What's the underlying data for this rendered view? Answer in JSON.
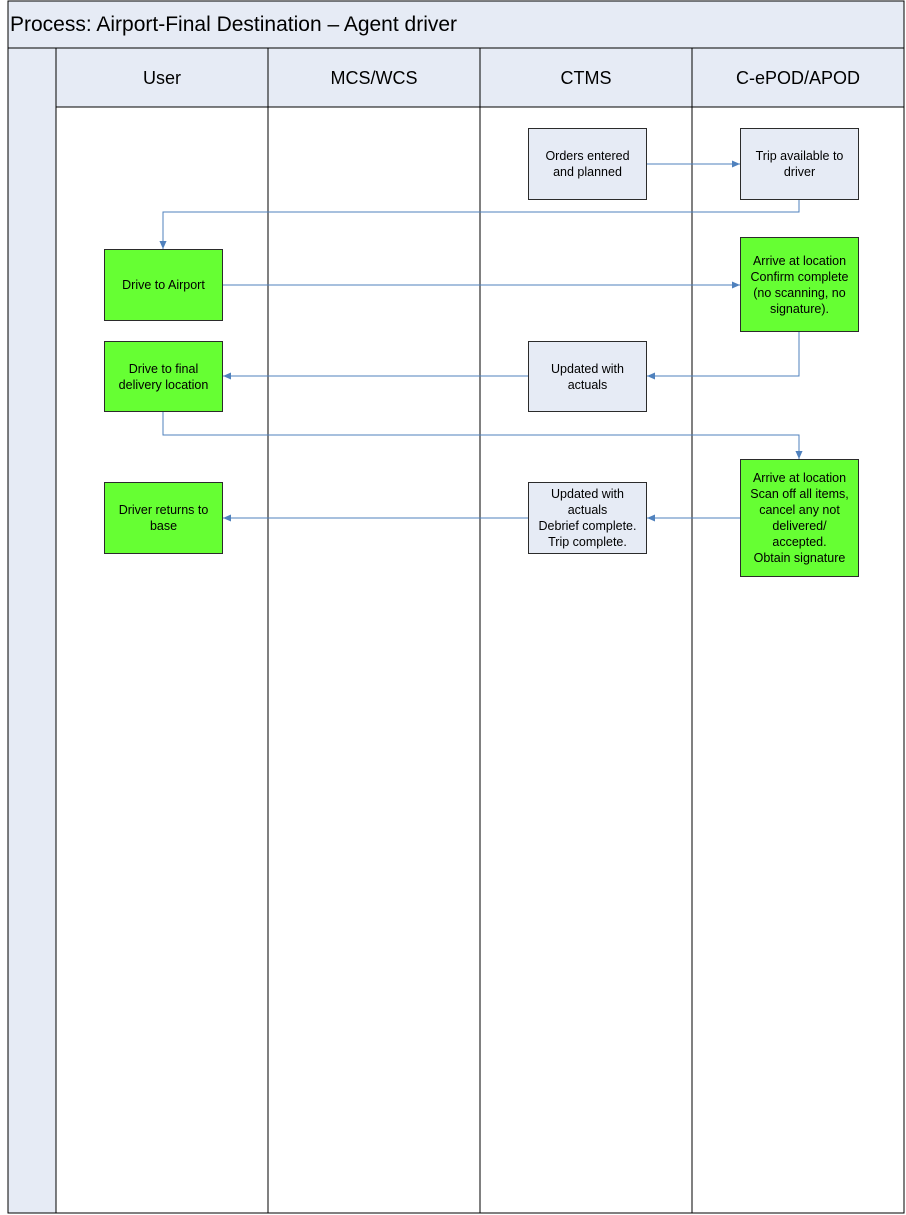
{
  "title": "Process: Airport-Final Destination – Agent driver",
  "colors": {
    "header_fill": "#e6ebf5",
    "system_box_fill": "#e6ebf5",
    "user_box_fill": "#66ff33",
    "line": "#000000",
    "connector": "#4f81bd"
  },
  "lanes": [
    {
      "label": "User"
    },
    {
      "label": "MCS/WCS"
    },
    {
      "label": "CTMS"
    },
    {
      "label": "C-ePOD/APOD"
    }
  ],
  "nodes": {
    "orders_entered": "Orders entered\nand planned",
    "trip_available": "Trip available to\ndriver",
    "drive_to_airport": "Drive to Airport",
    "arrive_confirm": "Arrive at location\nConfirm complete\n(no scanning, no\nsignature).",
    "drive_to_final": "Drive to final\ndelivery location",
    "updated_actuals_1": "Updated with\nactuals",
    "arrive_scan": "Arrive at location\nScan off all items,\ncancel any not\ndelivered/\naccepted.\nObtain signature",
    "driver_returns": "Driver returns to\nbase",
    "updated_actuals_2": "Updated with\nactuals\nDebrief complete.\nTrip complete."
  },
  "connections": [
    {
      "from": "orders_entered",
      "to": "trip_available"
    },
    {
      "from": "trip_available",
      "to": "drive_to_airport"
    },
    {
      "from": "drive_to_airport",
      "to": "arrive_confirm"
    },
    {
      "from": "arrive_confirm",
      "to": "updated_actuals_1"
    },
    {
      "from": "updated_actuals_1",
      "to": "drive_to_final"
    },
    {
      "from": "drive_to_final",
      "to": "arrive_scan"
    },
    {
      "from": "arrive_scan",
      "to": "updated_actuals_2"
    },
    {
      "from": "updated_actuals_2",
      "to": "driver_returns"
    }
  ]
}
